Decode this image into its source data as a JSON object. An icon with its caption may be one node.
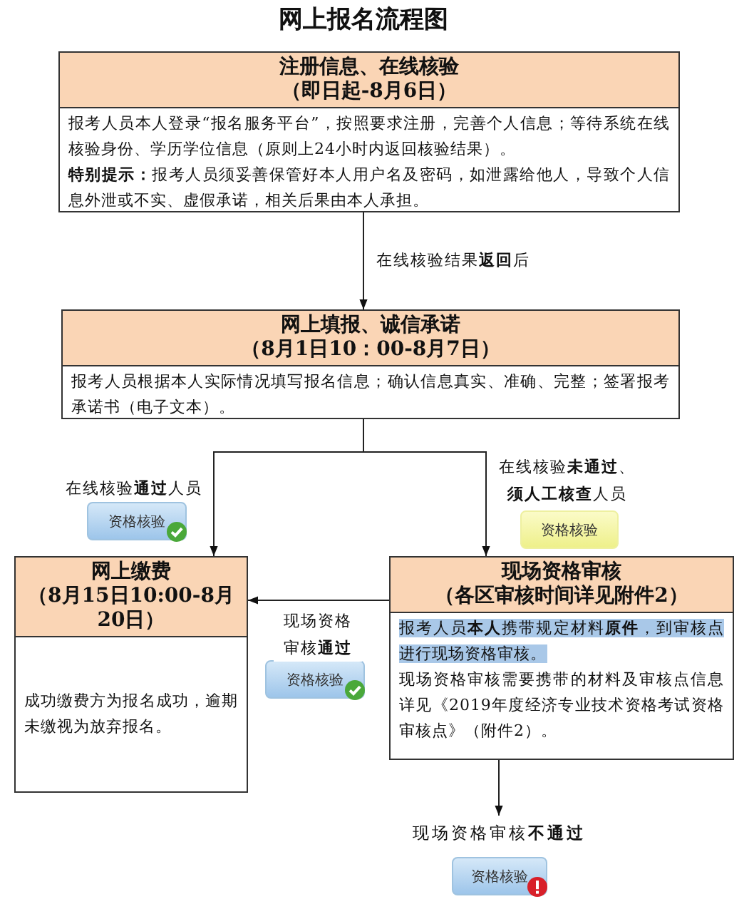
{
  "diagram": {
    "title": "网上报名流程图",
    "nodes": [
      {
        "text": [
          "注册信息、在线核验",
          "（即日起-8月6日）",
          "报考人员本人登录“报名服务平台”，按照要求注册，完善个人信息；等待系统在线核验身份、学历学位信息（原则上24小时内返回核验结果）。",
          "**特别提示：**报考人员须妥善保管好本人用户名及密码，如泄露给他人，导致个人信息外泄或不实、虚假承诺，相关后果由本人承担。"
        ]
      },
      {
        "text": [
          "网上填报、诚信承诺",
          "（8月1日10：00-8月7日）",
          "报考人员根据本人实际情况填写报名信息；确认信息真实、准确、完整；签署报考承诺书（电子文本）。"
        ]
      },
      {
        "text": [
          "网上缴费",
          "（8月15日10:00-8月20日）",
          "成功缴费方为报名成功，逾期未缴视为放弃报名。"
        ]
      },
      {
        "text": [
          "现场资格审核",
          "（各区审核时间详见附件2）",
          "报考人员**本人**携带规定材料**原件**，到审核点进行现场资格审核。",
          "现场资格审核需要携带的材料及审核点信息详见《2019年度经济专业技术资格考试资格审核点》（附件2）。"
        ]
      },
      {
        "text": [
          "现场资格审核**不通过**"
        ]
      },
      {
        "text": [
          "资格核验"
        ]
      },
      {
        "text": [
          "资格核验"
        ]
      },
      {
        "text": [
          "资格核验"
        ]
      },
      {
        "text": [
          "资格核验"
        ]
      }
    ],
    "edges": [
      {
        "from": 0,
        "to": 1,
        "arrow": "to",
        "label": "在线核验结果**返回**后"
      },
      {
        "from": 1,
        "to": 2,
        "arrow": "to",
        "label": "在线核验**通过**人员"
      },
      {
        "from": 1,
        "to": 3,
        "arrow": "to",
        "label": "在线核验**未通过**、**须人工核查**人员"
      },
      {
        "from": 3,
        "to": 2,
        "arrow": "to",
        "label": "现场资格审核**通过**"
      },
      {
        "from": 3,
        "to": 4,
        "arrow": "to"
      }
    ]
  }
}
